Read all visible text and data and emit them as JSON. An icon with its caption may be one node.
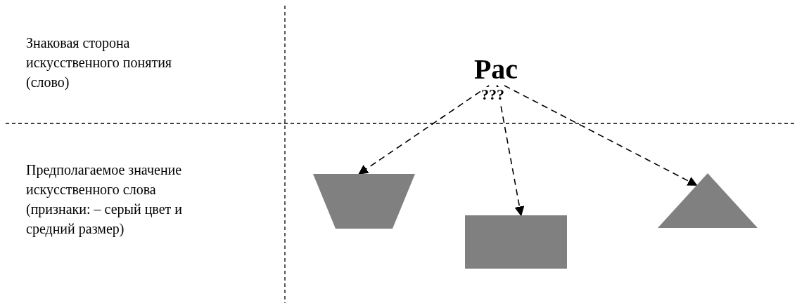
{
  "diagram": {
    "nodes": [
      {
        "text": [
          "Рас"
        ]
      },
      {
        "text": [],
        "shape": "trapezoid"
      },
      {
        "text": [],
        "shape": "box"
      },
      {
        "text": [],
        "shape": "triangle"
      }
    ],
    "edges": [
      {
        "from": 0,
        "to": 1,
        "arrow": "to",
        "style": "dashed"
      },
      {
        "from": 0,
        "to": 2,
        "arrow": "both",
        "style": "dashed"
      },
      {
        "from": 0,
        "to": 3,
        "arrow": "to",
        "style": "dashed"
      }
    ],
    "labels": [
      "Знаковая сторона искусственного понятия (слово)",
      "???",
      "Предполагаемое значение искусственного слова (признаки: – серый цвет и средний размер)"
    ]
  }
}
